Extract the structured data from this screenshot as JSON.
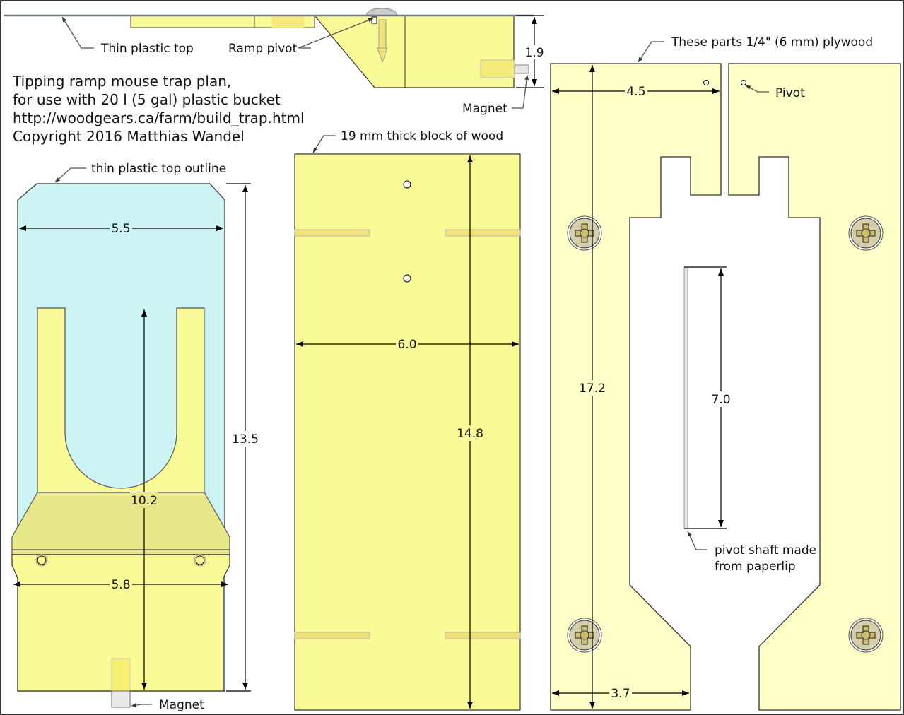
{
  "title_block": {
    "line1": "Tipping ramp mouse trap plan,",
    "line2": "for use with 20 l (5 gal) plastic bucket",
    "line3": "http://woodgears.ca/farm/build_trap.html",
    "line4": "Copyright 2016 Matthias Wandel"
  },
  "side_view": {
    "thin_plastic_top": "Thin plastic top",
    "ramp_pivot": "Ramp pivot",
    "magnet": "Magnet",
    "dim_height": "1.9"
  },
  "top_plate": {
    "label": "thin plastic top outline",
    "dim_width_top": "5.5",
    "dim_height": "13.5",
    "dim_ramp_length": "10.2",
    "dim_width_bottom": "5.8",
    "magnet": "Magnet"
  },
  "wood_block": {
    "label": "19 mm thick block of wood",
    "dim_width": "6.0",
    "dim_height": "14.8"
  },
  "plywood": {
    "label": "These parts 1/4\" (6 mm) plywood",
    "pivot": "Pivot",
    "dim_width": "4.5",
    "dim_height": "17.2",
    "dim_bottom": "3.7",
    "dim_shaft": "7.0",
    "shaft_line1": "pivot shaft made",
    "shaft_line2": "from paperlip"
  },
  "colors": {
    "yellow": "#fafa96",
    "pale_yellow": "#ffffc8",
    "blue": "#cdf3f5",
    "dark_yellow": "#e8e88a",
    "screw": "#d4cfaa"
  }
}
